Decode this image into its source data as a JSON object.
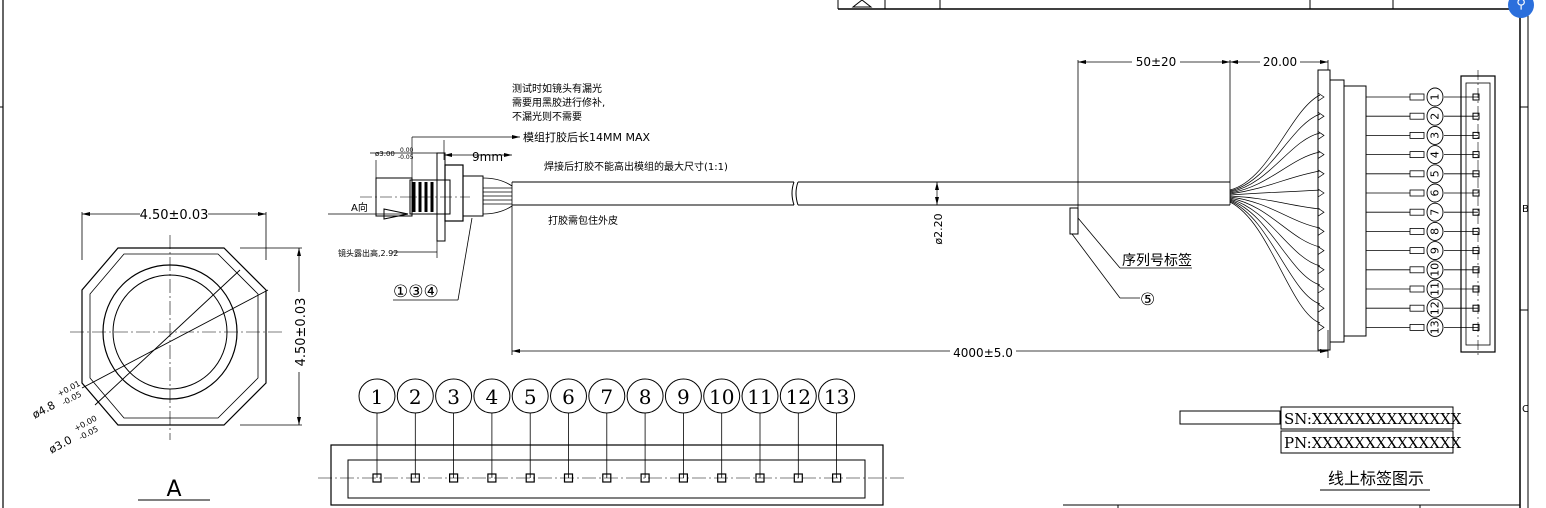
{
  "title_block": {
    "cell_a": "",
    "cell_b": "",
    "cell_c": ""
  },
  "view_a": {
    "width_dim": "4.50±0.03",
    "height_dim": "4.50±0.03",
    "outer_dia": "ø4.8",
    "outer_tol_plus": "+0.01",
    "outer_tol_minus": "-0.05",
    "inner_dia": "ø3.0",
    "inner_tol_plus": "+0.00",
    "inner_tol_minus": "-0.05",
    "view_label": "A"
  },
  "side_view": {
    "note_line1": "测试时如镜头有漏光",
    "note_line2": "需要用黑胶进行修补,",
    "note_line3": "不漏光则不需要",
    "glue_length": "模组打胶后长14MM MAX",
    "dia_label": "ø3.00",
    "dia_tol_plus": "0.00",
    "dia_tol_minus": "-0.05",
    "length_9mm": "9mm",
    "direction_label": "A向",
    "lens_exposed": "镜头露出高,2.92",
    "callout_nums": "①③④"
  },
  "cable": {
    "weld_note": "焊接后打胶不能高出模组的最大尺寸(1:1)",
    "jacket_note": "打胶需包住外皮",
    "dia": "ø2.20",
    "total_length": "4000±5.0",
    "strip_length": "50±20",
    "fan_length": "20.00",
    "serial_label": "序列号标签",
    "callout_5": "⑤"
  },
  "pins_right": [
    "1",
    "2",
    "3",
    "4",
    "5",
    "6",
    "7",
    "8",
    "9",
    "10",
    "11",
    "12",
    "13"
  ],
  "pins_bottom": [
    "1",
    "2",
    "3",
    "4",
    "5",
    "6",
    "7",
    "8",
    "9",
    "10",
    "11",
    "12",
    "13"
  ],
  "label_example": {
    "sn": "SN:XXXXXXXXXXXXXX",
    "pn": "PN:XXXXXXXXXXXXXX",
    "caption": "线上标签图示"
  },
  "frame_letters": {
    "b": "B",
    "c": "C"
  },
  "float_button_icon": "link-icon"
}
